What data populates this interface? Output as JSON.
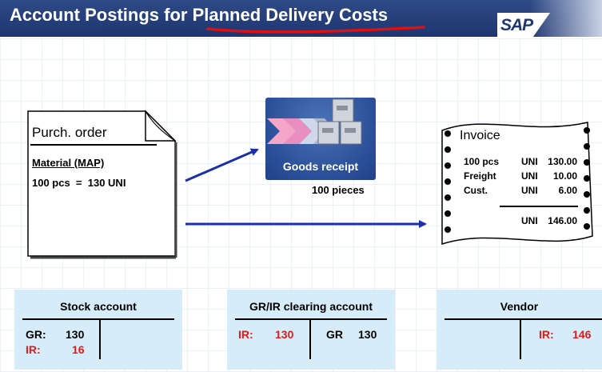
{
  "header": {
    "title_prefix": "Account Postings for ",
    "title_emphasis": "Planned Delivery Costs",
    "logo_text": "SAP"
  },
  "purchase_order": {
    "title": "Purch. order",
    "material_label": "Material (MAP)",
    "quantity_line": "100 pcs  =  130 UNI"
  },
  "goods_receipt": {
    "label": "Goods receipt",
    "quantity": "100 pieces"
  },
  "invoice": {
    "title": "Invoice",
    "rows": [
      {
        "desc": "100 pcs",
        "unit": "UNI",
        "amount": "130.00"
      },
      {
        "desc": "Freight",
        "unit": "UNI",
        "amount": "10.00"
      },
      {
        "desc": "Cust.",
        "unit": "UNI",
        "amount": "6.00"
      }
    ],
    "total": {
      "unit": "UNI",
      "amount": "146.00"
    }
  },
  "accounts": {
    "stock": {
      "title": "Stock account",
      "debit": [
        {
          "label": "GR:",
          "value": "130",
          "color": "#000000"
        },
        {
          "label": "IR:",
          "value": "16",
          "color": "#e21a1a"
        }
      ]
    },
    "grir": {
      "title": "GR/IR clearing account",
      "debit": {
        "label": "IR:",
        "value": "130",
        "color": "#e21a1a"
      },
      "credit": {
        "label": "GR",
        "value": "130",
        "color": "#000000"
      }
    },
    "vendor": {
      "title": "Vendor",
      "credit": {
        "label": "IR:",
        "value": "146",
        "color": "#e21a1a"
      }
    }
  },
  "colors": {
    "header_bg": "#1e3570",
    "account_bg": "#d6ecf8",
    "arrow": "#1a2fa8",
    "highlight_underline": "#e01010"
  }
}
